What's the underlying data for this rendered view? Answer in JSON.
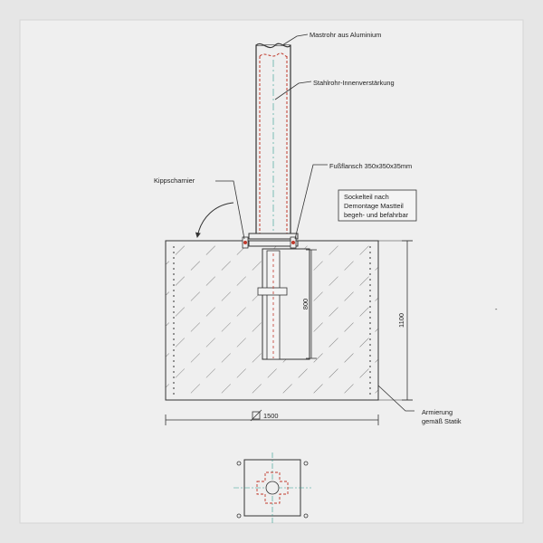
{
  "labels": {
    "mast_pipe": "Mastrohr aus Aluminium",
    "steel_insert": "Stahlrohr-Innenverstärkung",
    "tilt_hinge": "Kippscharnier",
    "foot_flange": "Fußflansch 350x350x35mm",
    "base_note_line1": "Sockelteil nach",
    "base_note_line2": "Demontage Mastteil",
    "base_note_line3": "begeh- und befahrbar",
    "reinforcement_line1": "Armierung",
    "reinforcement_line2": "gemäß Statik",
    "stray_mark": "-"
  },
  "dimensions": {
    "depth_value": "800",
    "height_value": "1100",
    "width_value": "1500"
  },
  "colors": {
    "background": "#e6e6e6",
    "paper": "#efefef",
    "line": "#333333",
    "red_dashed": "#c0392b",
    "hatch": "#555555",
    "centerline": "#2e9b8f"
  }
}
